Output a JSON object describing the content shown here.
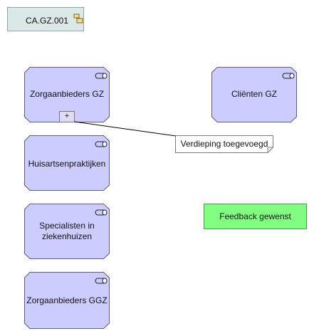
{
  "group": {
    "label": "CA.GZ.001",
    "icon": "group-icon"
  },
  "roles": [
    {
      "id": "zorgaanbieders-gz",
      "label": "Zorgaanbieders GZ",
      "icon": "role-icon"
    },
    {
      "id": "clienten-gz",
      "label": "Cliënten GZ",
      "icon": "role-icon"
    },
    {
      "id": "huisartsenpraktijken",
      "label": "Huisartsenpraktijken",
      "icon": "role-icon"
    },
    {
      "id": "specialisten-in-ziekenhuizen",
      "label": "Specialisten in ziekenhuizen",
      "icon": "role-icon"
    },
    {
      "id": "zorgaanbieders-ggz",
      "label": "Zorgaanbieders GGZ",
      "icon": "role-icon"
    }
  ],
  "expand_button": {
    "label": "+"
  },
  "note": {
    "label": "Verdieping toegevoegd"
  },
  "feedback": {
    "label": "Feedback gewenst"
  },
  "colors": {
    "role_fill": "#ccccff",
    "role_stroke": "#5c5c8a",
    "group_fill": "#dbe8e8",
    "note_fill": "#ffffff",
    "feedback_fill": "#80ff80"
  }
}
